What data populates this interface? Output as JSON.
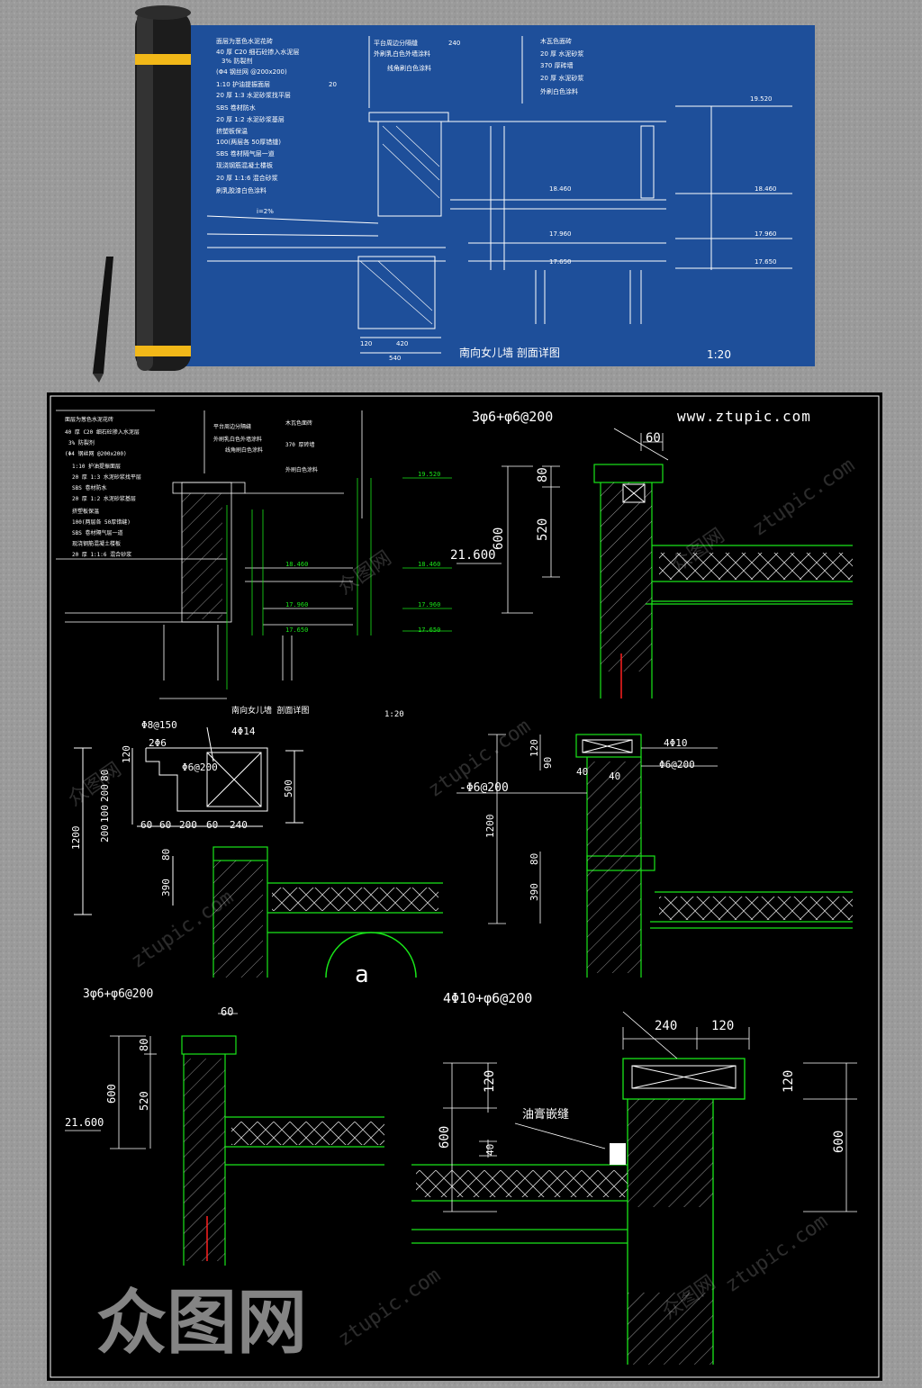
{
  "colors": {
    "blueprint": "#1e4f9a",
    "blueprint_line": "#ffffff",
    "sheet_bg": "#000000",
    "cad_green": "#19e619",
    "cad_white": "#ffffff",
    "cad_red": "#ff2020",
    "hatch": "#cfcfcf"
  },
  "blueprint": {
    "title": "南向女儿墙  剖面详图",
    "scale": "1:20",
    "notes_left": [
      "面层为葱色水泥花砖",
      "40 厚 C20 细石砼掺入水泥层",
      "3% 防裂剂",
      "(Φ4 钢丝网 @200x200)",
      "1:10 护油提振面层",
      "20 厚 1:3 水泥砂浆找平层",
      "SBS 卷材防水",
      "20 厚 1:2 水泥砂浆基层",
      "挤塑板保温",
      "100(两层各 50厚错缝)",
      "SBS 卷材隔气层一道",
      "现浇钢筋混凝土楼板",
      "20 厚 1:1:6 混合砂浆",
      "刷乳胶漆白色涂料"
    ],
    "notes_mid": [
      "平台周边分隔缝",
      "外刷乳白色外墙涂料",
      "线角刷白色涂料"
    ],
    "notes_right": [
      "木瓦色面砖",
      "20 厚 水泥砂浆",
      "370 厚砖墙",
      "20 厚 水泥砂浆",
      "外刷白色涂料"
    ],
    "dim_240": "240",
    "dim_20": "20",
    "slope": "i=2%",
    "elevations": [
      "19.520",
      "18.460",
      "17.960",
      "17.650"
    ],
    "dims_bottom": [
      "120",
      "420",
      "540"
    ]
  },
  "cad": {
    "watermark_url": "www.ztupic.com",
    "watermark_brand": "众图网",
    "watermark_brand_latin": "ztupic.com",
    "top_left": {
      "title": "南向女儿墙  剖面详图",
      "scale": "1:20",
      "elevations": [
        "19.520",
        "18.460",
        "17.960",
        "17.650"
      ]
    },
    "top_right": {
      "rebar": "3φ6+φ6@200",
      "dim_60": "60",
      "dim_80": "80",
      "dim_520": "520",
      "dim_600": "600",
      "elev": "21.600"
    },
    "mid_left": {
      "rebar_a": "Φ8@150",
      "rebar_b": "2Φ6",
      "rebar_c": "4Φ14",
      "rebar_d": "Φ6@200",
      "dims_v": [
        "120",
        "80",
        "200",
        "100",
        "200"
      ],
      "dims_h": [
        "60",
        "60",
        "200",
        "60",
        "240"
      ],
      "dim_500": "500",
      "dim_1200": "1200",
      "dim_80": "80",
      "dim_390": "390",
      "label_a": "a"
    },
    "mid_right": {
      "rebar_a": "4Φ10",
      "rebar_b": "Φ6@200",
      "rebar_c": "-Φ6@200",
      "dims": [
        "120",
        "90",
        "40",
        "40"
      ],
      "dim_1200": "1200",
      "dim_80": "80",
      "dim_390": "390"
    },
    "bottom_left": {
      "rebar": "3φ6+φ6@200",
      "dim_60": "60",
      "dim_80": "80",
      "dim_520": "520",
      "dim_600": "600",
      "elev": "21.600"
    },
    "bottom_right": {
      "rebar": "4Φ10+φ6@200",
      "dim_240": "240",
      "dim_120": "120",
      "dim_120_left": "120",
      "dim_120_right": "120",
      "dim_600": "600",
      "dim_600_right": "600",
      "dim_40": "40",
      "joint_note": "油膏嵌缝"
    }
  }
}
